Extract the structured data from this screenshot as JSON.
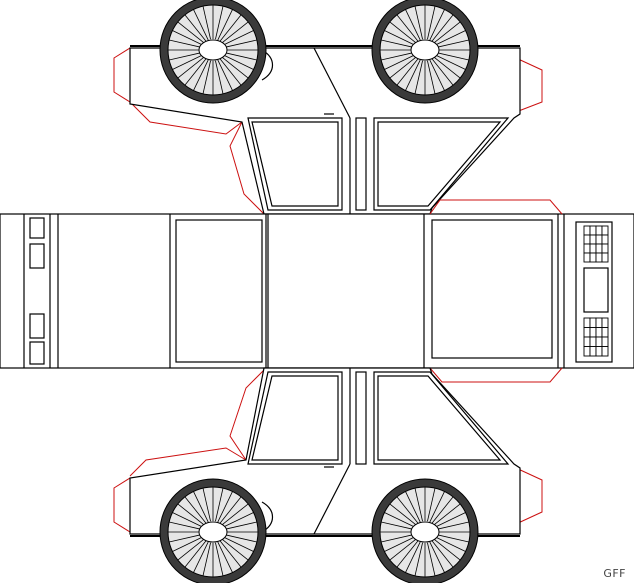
{
  "signature": "GFF",
  "colors": {
    "outline": "#000000",
    "glue_tab": "#cc1111",
    "tire": "#3a3a3a",
    "hubcap": "#e6e6e6",
    "paper": "#ffffff"
  },
  "wheel_spoke_count": 28,
  "grille_grid": [
    4,
    4
  ]
}
